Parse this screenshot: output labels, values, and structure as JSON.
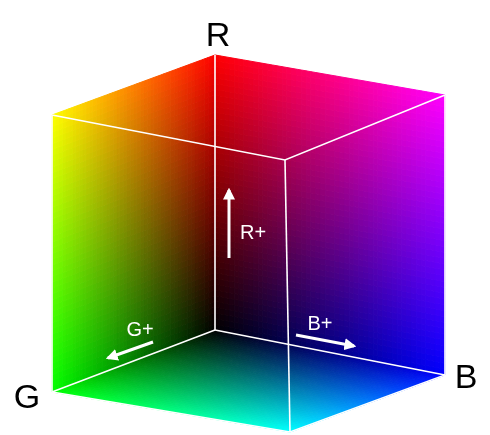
{
  "diagram": {
    "labels": [
      "R",
      "G",
      "B",
      "R+",
      "G+",
      "B+"
    ]
  }
}
